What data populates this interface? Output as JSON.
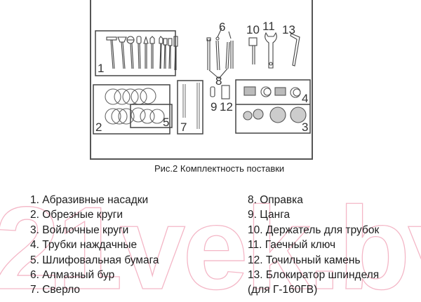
{
  "figure": {
    "caption": "Рис.2 Комплектность поставки",
    "callouts": [
      "1",
      "2",
      "3",
      "4",
      "5",
      "6",
      "7",
      "8",
      "9",
      "10",
      "11",
      "12",
      "13"
    ]
  },
  "legend": {
    "left": [
      "1. Абразивные насадки",
      "2. Обрезные круги",
      "3. Войлочные круги",
      "4. Трубки наждачные",
      "5. Шлифовальная бумага",
      "6. Алмазный бур",
      "7. Сверло"
    ],
    "right": [
      "8. Оправка",
      "9. Цанга",
      "10. Держатель для трубок",
      "11. Гаечный ключ",
      "12. Точильный камень",
      "13. Блокиратор шпинделя",
      "(для Г-160ГВ)"
    ]
  },
  "watermark": {
    "text": "21vek.by",
    "color": "#f4b6c6"
  }
}
